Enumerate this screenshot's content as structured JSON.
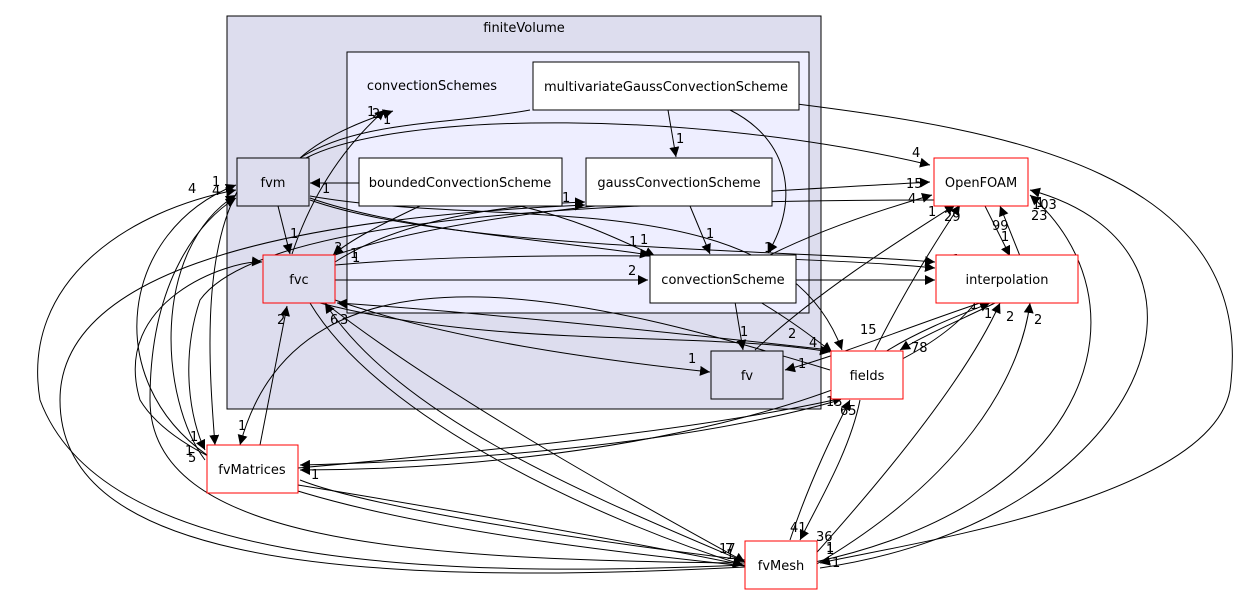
{
  "clusters": {
    "finite_volume": {
      "title": "finiteVolume"
    },
    "convection_schemes": {
      "title": "convectionSchemes"
    }
  },
  "nodes": {
    "fvm": "fvm",
    "fvc": "fvc",
    "fv": "fv",
    "bounded_convection_scheme": "boundedConvectionScheme",
    "gauss_convection_scheme": "gaussConvectionScheme",
    "multivariate_gauss_convection_scheme": "multivariateGaussConvectionScheme",
    "convection_scheme": "convectionScheme",
    "openfoam": "OpenFOAM",
    "interpolation": "interpolation",
    "fields": "fields",
    "fv_matrices": "fvMatrices",
    "fv_mesh": "fvMesh"
  },
  "edge_labels": [
    "1",
    "2",
    "1",
    "1",
    "1",
    "1",
    "1",
    "4",
    "4",
    "3",
    "1",
    "1",
    "1",
    "1",
    "1",
    "1",
    "2",
    "1",
    "15",
    "4",
    "1",
    "29",
    "99",
    "1",
    "1",
    "1",
    "2",
    "15",
    "4",
    "6",
    "3",
    "1",
    "1",
    "78",
    "1",
    "1",
    "2",
    "2",
    "13",
    "65",
    "1",
    "41",
    "36",
    "1",
    "17",
    "7",
    "1",
    "1",
    "23",
    "103",
    "1",
    "4",
    "1",
    "5",
    "1",
    "1",
    "1",
    "2",
    "1"
  ],
  "colors": {
    "outer_cluster_fill": "#ddddee",
    "inner_cluster_fill": "#eeeeff",
    "external_border": "#ff0000",
    "internal_border": "#000000",
    "fvc_border": "#ff0000"
  }
}
